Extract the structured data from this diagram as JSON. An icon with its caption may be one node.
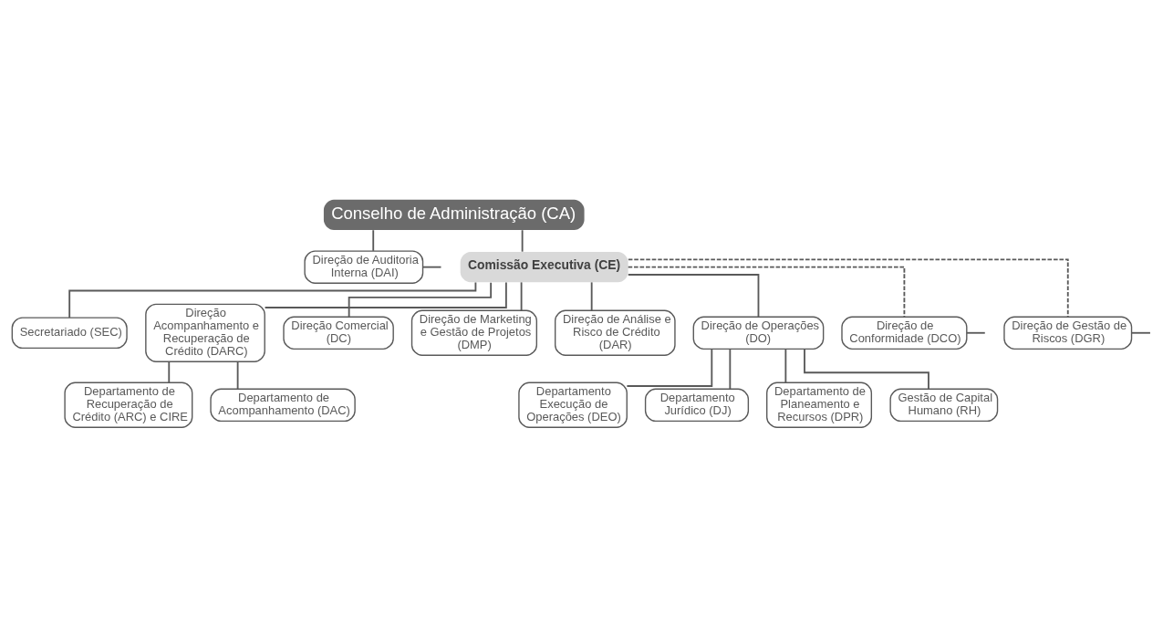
{
  "diagram": {
    "nodes": [
      {
        "text": [
          "Conselho de Administração (CA)"
        ]
      },
      {
        "text": [
          "Direção de Auditoria Interna (DAI)"
        ]
      },
      {
        "text": [
          "Comissão Executiva (CE)"
        ]
      },
      {
        "text": [
          "Secretariado (SEC)"
        ]
      },
      {
        "text": [
          "Direção Acompanhamento e Recuperação de Crédito (DARC)"
        ]
      },
      {
        "text": [
          "Direção Comercial (DC)"
        ]
      },
      {
        "text": [
          "Direção de Marketing e Gestão de Projetos (DMP)"
        ]
      },
      {
        "text": [
          "Direção de Análise e Risco de Crédito (DAR)"
        ]
      },
      {
        "text": [
          "Direção de Operações (DO)"
        ]
      },
      {
        "text": [
          "Direção de Conformidade (DCO)"
        ]
      },
      {
        "text": [
          "Direção de Gestão de Riscos (DGR)"
        ]
      },
      {
        "text": [
          "Departamento de Recuperação de Crédito (ARC) e CIRE"
        ]
      },
      {
        "text": [
          "Departamento de Acompanhamento (DAC)"
        ]
      },
      {
        "text": [
          "Departamento Execução de Operações (DEO)"
        ]
      },
      {
        "text": [
          "Departamento Jurídico (DJ)"
        ]
      },
      {
        "text": [
          "Departamento de Planeamento e Recursos (DPR)"
        ]
      },
      {
        "text": [
          "Gestão de Capital Humano (RH)"
        ]
      }
    ],
    "edges": [
      {
        "from": 0,
        "to": 1,
        "arrow": "none"
      },
      {
        "from": 1,
        "to": null,
        "arrow": "none"
      },
      {
        "from": 0,
        "to": 2,
        "arrow": "none"
      },
      {
        "from": 2,
        "to": 3,
        "arrow": "none"
      },
      {
        "from": 2,
        "to": 4,
        "arrow": "none"
      },
      {
        "from": 2,
        "to": 5,
        "arrow": "none"
      },
      {
        "from": 2,
        "to": 6,
        "arrow": "none"
      },
      {
        "from": 2,
        "to": 7,
        "arrow": "none"
      },
      {
        "from": 2,
        "to": 8,
        "arrow": "none"
      },
      {
        "from": 2,
        "to": 9,
        "arrow": "none",
        "style": "dashed"
      },
      {
        "from": 2,
        "to": 10,
        "arrow": "none",
        "style": "dashed"
      },
      {
        "from": 9,
        "to": null,
        "arrow": "none"
      },
      {
        "from": 10,
        "to": null,
        "arrow": "none"
      },
      {
        "from": 4,
        "to": 11,
        "arrow": "none"
      },
      {
        "from": 4,
        "to": 12,
        "arrow": "none"
      },
      {
        "from": 8,
        "to": 13,
        "arrow": "none"
      },
      {
        "from": 8,
        "to": 14,
        "arrow": "none"
      },
      {
        "from": 8,
        "to": 15,
        "arrow": "none"
      },
      {
        "from": 8,
        "to": 16,
        "arrow": "none"
      }
    ]
  }
}
